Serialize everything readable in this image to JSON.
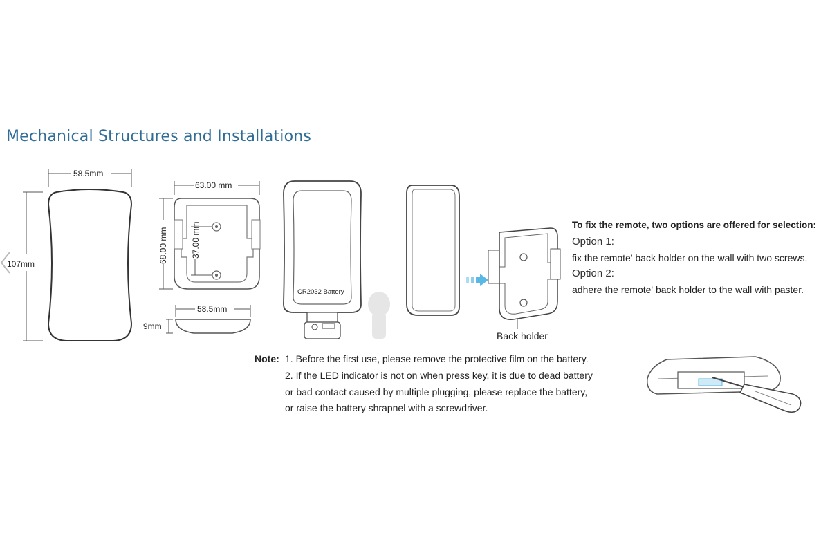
{
  "title": "Mechanical Structures and Installations",
  "dimensions": {
    "front_width": "58.5mm",
    "front_height": "107mm",
    "holder_width": "63.00 mm",
    "holder_height": "68.00 mm",
    "hole_spacing": "37.00 mm",
    "side_width": "58.5mm",
    "side_thickness": "9mm"
  },
  "battery_label": "CR2032 Battery",
  "back_holder_label": "Back holder",
  "install": {
    "heading": "To fix the remote, two options are offered for selection:",
    "option1_label": "Option 1:",
    "option1_text": "fix the remote' back holder on the wall with two screws.",
    "option2_label": "Option 2:",
    "option2_text": "adhere the remote' back holder to the wall with paster."
  },
  "note": {
    "label": "Note:",
    "line1": "1. Before the first use, please remove the protective film on the battery.",
    "line2": "2. If the LED indicator is not on when press key, it is due to dead battery",
    "line3": "or bad contact caused by multiple plugging, please replace the battery,",
    "line4": "or raise the battery shrapnel with a screwdriver."
  },
  "colors": {
    "title": "#2f6c96",
    "arrow": "#5ab8e6"
  }
}
